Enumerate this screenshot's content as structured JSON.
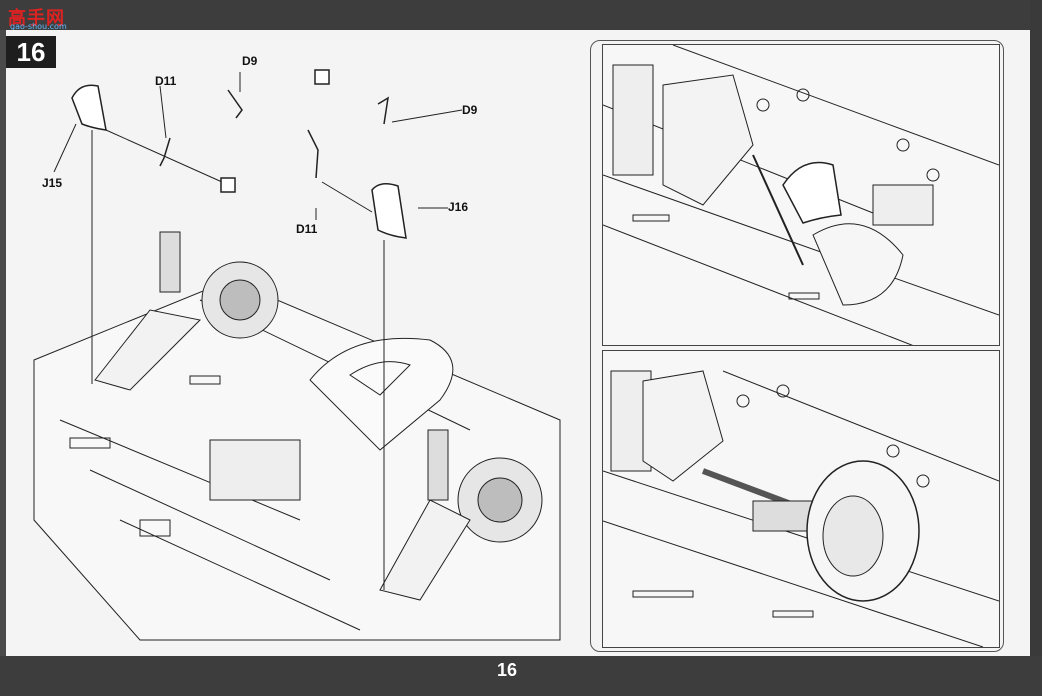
{
  "watermark": {
    "text": "高手网",
    "url": "gao-shou.com"
  },
  "step": {
    "number": "16"
  },
  "footer": {
    "page_number": "16"
  },
  "callouts": {
    "d9_top": "D9",
    "d11_left": "D11",
    "j15": "J15",
    "d9_right": "D9",
    "j16": "J16",
    "d11_bottom": "D11"
  }
}
